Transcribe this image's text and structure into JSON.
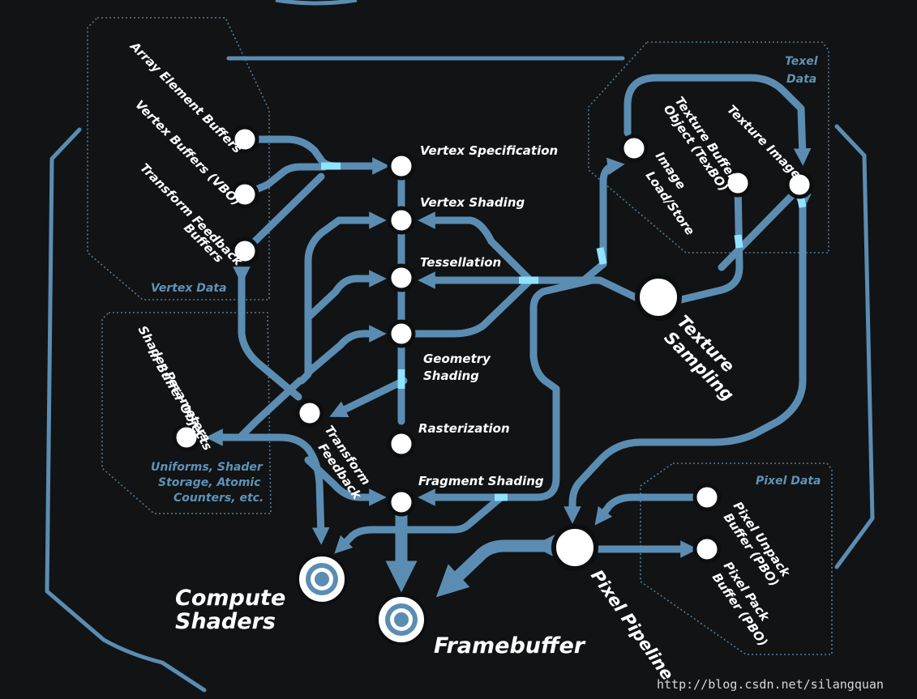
{
  "stages": {
    "vertex_specification": "Vertex Specification",
    "vertex_shading": "Vertex Shading",
    "tessellation": "Tessellation",
    "geometry_shading_1": "Geometry",
    "geometry_shading_2": "Shading",
    "rasterization": "Rasterization",
    "fragment_shading": "Fragment Shading"
  },
  "vertex_data": {
    "title": "Vertex Data",
    "array_element_buffers": "Array Element Buffers",
    "vertex_buffers": "Vertex Buffers (VBO)",
    "transform_feedback_buffers_1": "Transform Feedback",
    "transform_feedback_buffers_2": "Buffers"
  },
  "shader_params": {
    "line1": "Shader Parameters",
    "line2": "in Buffer Objects",
    "uniforms_1": "Uniforms, Shader",
    "uniforms_2": "Storage, Atomic",
    "uniforms_3": "Counters, etc."
  },
  "transform_feedback": {
    "line1": "Transform",
    "line2": "Feedback"
  },
  "texel_data": {
    "title_1": "Texel",
    "title_2": "Data",
    "texture_buffer_1": "Texture Buffer",
    "texture_buffer_2": "Object (TexBO)",
    "texture_image": "Texture Image",
    "image_ls_1": "Image",
    "image_ls_2": "Load/Store"
  },
  "texture_sampling": {
    "line1": "Texture",
    "line2": "Sampling"
  },
  "pixel_data": {
    "title": "Pixel Data",
    "unpack_1": "Pixel Unpack",
    "unpack_2": "Buffer (PBO)",
    "pack_1": "Pixel Pack",
    "pack_2": "Buffer (PBO)"
  },
  "compute": {
    "line1": "Compute",
    "line2": "Shaders"
  },
  "framebuffer": "Framebuffer",
  "pixel_pipeline": "Pixel Pipeline",
  "watermark": "http://blog.csdn.net/silangquan",
  "colors": {
    "track": "#5b8db3",
    "background": "#121314",
    "highlight": "#8fe3ff"
  }
}
